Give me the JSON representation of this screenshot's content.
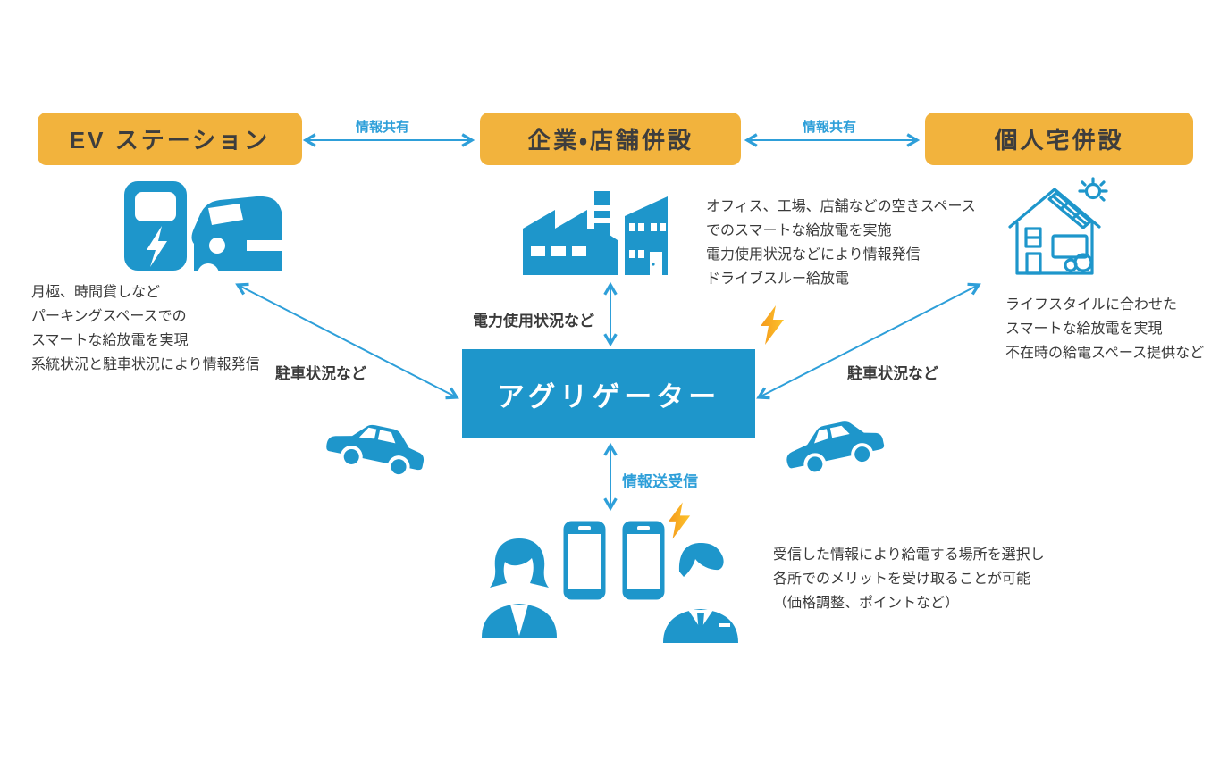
{
  "colors": {
    "blue": "#1E96CB",
    "arrow": "#2E9FD9",
    "yellow": "#F2B33D",
    "text": "#3A3A3A",
    "bolt1": "#F5991C",
    "bolt2": "#FCC42C"
  },
  "headers": {
    "ev_station": "EV ステーション",
    "company_store": "企業・店舗併設",
    "private_home": "個人宅併設"
  },
  "labels": {
    "share_left": "情報共有",
    "share_right": "情報共有",
    "power_usage": "電力使用状況など",
    "parking_left": "駐車状況など",
    "parking_right": "駐車状況など",
    "send_receive": "情報送受信"
  },
  "aggregator": {
    "label": "アグリゲーター"
  },
  "descriptions": {
    "ev_station": {
      "lines": [
        "月極、時間貸しなど",
        "パーキングスペースでの",
        "スマートな給放電を実現",
        "系統状況と駐車状況により情報発信"
      ]
    },
    "company_store": {
      "lines": [
        "オフィス、工場、店舗などの空きスペース",
        "でのスマートな給放電を実施",
        "電力使用状況などにより情報発信",
        "ドライブスルー給放電"
      ]
    },
    "private_home": {
      "lines": [
        "ライフスタイルに合わせた",
        "スマートな給放電を実現",
        "不在時の給電スペース提供など"
      ]
    },
    "ev_user": {
      "lines": [
        "受信した情報により給電する場所を選択し",
        "各所でのメリットを受け取ることが可能",
        "（価格調整、ポイントなど）"
      ]
    }
  },
  "icons": [
    "ev-charger-car-icon",
    "factory-store-icon",
    "solar-house-icon",
    "car-icon",
    "smartphone-icon",
    "woman-user-icon",
    "businessman-icon",
    "lightning-icon"
  ]
}
